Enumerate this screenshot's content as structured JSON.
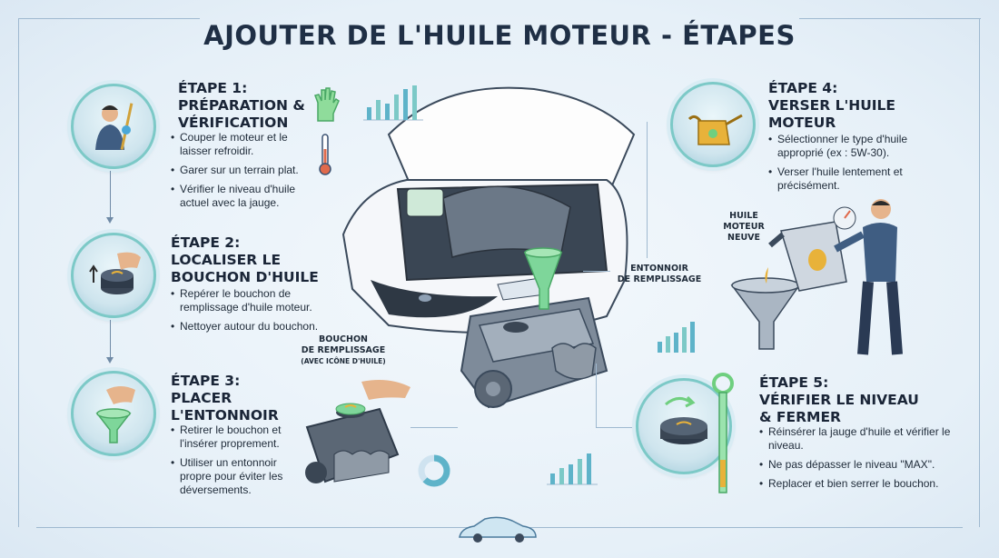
{
  "title": "AJOUTER DE L'HUILE MOTEUR - ÉTAPES",
  "steps": [
    {
      "title_line1": "ÉTAPE 1:",
      "title_line2": "PRÉPARATION &",
      "title_line3": "VÉRIFICATION",
      "bullets": [
        "Couper le moteur et le laisser refroidir.",
        "Garer sur un terrain plat.",
        "Vérifier le niveau d'huile actuel avec la jauge."
      ]
    },
    {
      "title_line1": "ÉTAPE 2:",
      "title_line2": "LOCALISER LE",
      "title_line3": "BOUCHON D'HUILE",
      "bullets": [
        "Repérer le bouchon de remplissage d'huile moteur.",
        "Nettoyer autour du bouchon."
      ]
    },
    {
      "title_line1": "ÉTAPE 3:",
      "title_line2": "PLACER",
      "title_line3": "L'ENTONNOIR",
      "bullets": [
        "Retirer le bouchon et l'insérer proprement.",
        "Utiliser un entonnoir propre pour éviter les déversements."
      ]
    },
    {
      "title_line1": "ÉTAPE 4:",
      "title_line2": "VERSER L'HUILE",
      "title_line3": "MOTEUR",
      "bullets": [
        "Sélectionner le type d'huile approprié (ex : 5W-30).",
        "Verser l'huile lentement et précisément."
      ]
    },
    {
      "title_line1": "ÉTAPE 5:",
      "title_line2": "VÉRIFIER LE NIVEAU",
      "title_line3": "& FERMER",
      "bullets": [
        "Réinsérer la jauge d'huile et vérifier le niveau.",
        "Ne pas dépasser le niveau \"MAX\".",
        "Replacer et bien serrer le bouchon."
      ]
    }
  ],
  "callouts": {
    "funnel_line1": "ENTONNOIR",
    "funnel_line2": "DE REMPLISSAGE",
    "cap_line1": "BOUCHON",
    "cap_line2": "DE REMPLISSAGE",
    "cap_line3": "(AVEC ICÔNE D'HUILE)",
    "oil_line1": "HUILE",
    "oil_line2": "MOTEUR",
    "oil_line3": "NEUVE"
  },
  "icons": {
    "step1": "mechanic-with-dipstick-icon",
    "step2": "hand-on-oil-cap-icon",
    "step3": "hand-placing-funnel-icon",
    "step4": "oil-can-icon",
    "step5": "dipstick-icon",
    "glove": "glove-icon",
    "thermometer": "thermometer-icon"
  },
  "colors": {
    "accent_teal": "#7cc9c7",
    "accent_green": "#6fcf7f",
    "oil_amber": "#e8b23a",
    "title_dark": "#1f2f45"
  }
}
